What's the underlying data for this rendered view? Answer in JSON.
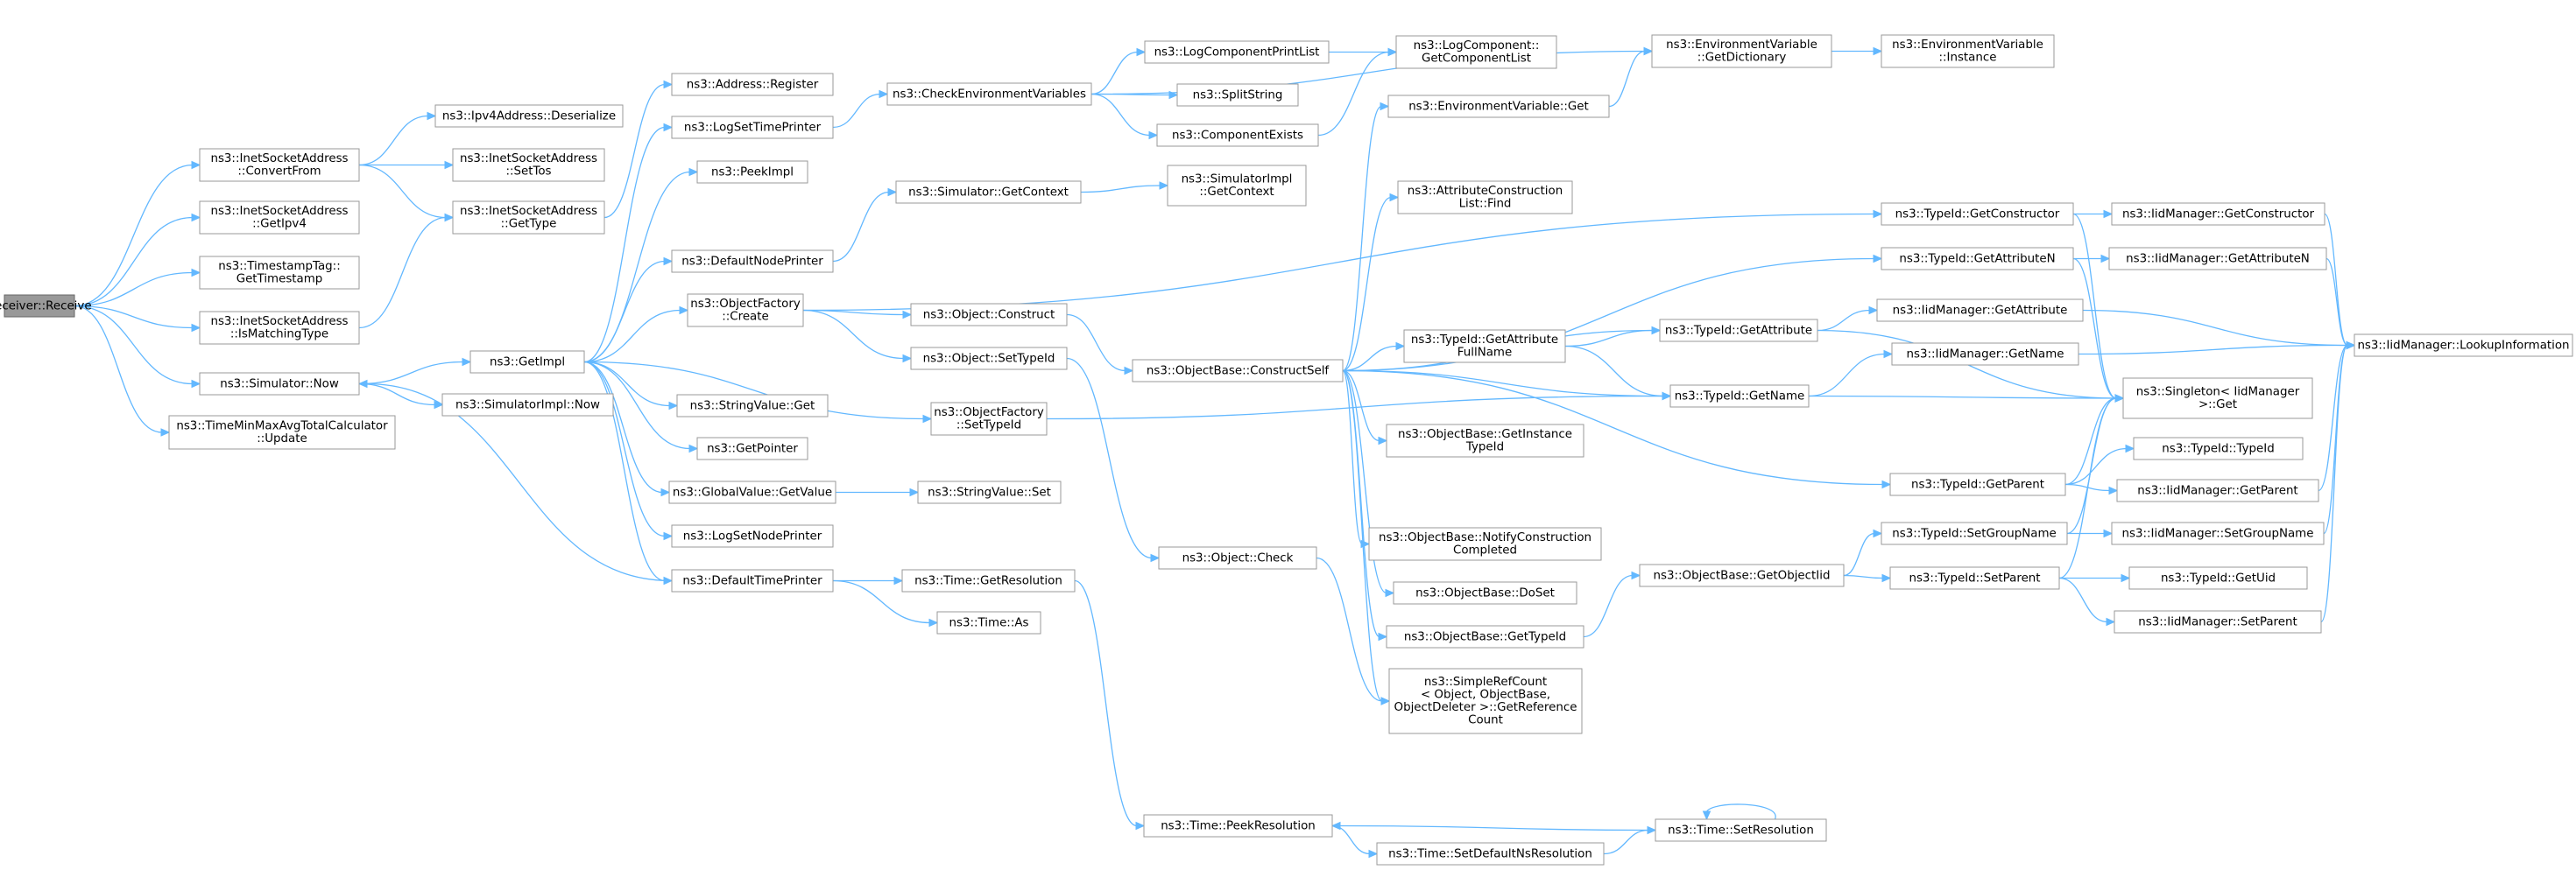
{
  "diagram": {
    "root": "receiver-receive",
    "colors": {
      "edge": "#63b8ff",
      "node_border": "#999999",
      "root_fill": "#999999",
      "node_fill": "#ffffff"
    },
    "nodes": [
      {
        "id": "receiver-receive",
        "lines": [
          "Receiver::Receive"
        ]
      },
      {
        "id": "inetsocket-convertfrom",
        "lines": [
          "ns3::InetSocketAddress",
          "::ConvertFrom"
        ]
      },
      {
        "id": "inetsocket-getipv4",
        "lines": [
          "ns3::InetSocketAddress",
          "::GetIpv4"
        ]
      },
      {
        "id": "timestamptag-gettimestamp",
        "lines": [
          "ns3::TimestampTag::",
          "GetTimestamp"
        ]
      },
      {
        "id": "inetsocket-ismatchingtype",
        "lines": [
          "ns3::InetSocketAddress",
          "::IsMatchingType"
        ]
      },
      {
        "id": "simulator-now",
        "lines": [
          "ns3::Simulator::Now"
        ]
      },
      {
        "id": "timeminmax-update",
        "lines": [
          "ns3::TimeMinMaxAvgTotalCalculator",
          "::Update"
        ]
      },
      {
        "id": "ipv4address-deserialize",
        "lines": [
          "ns3::Ipv4Address::Deserialize"
        ]
      },
      {
        "id": "inetsocket-settos",
        "lines": [
          "ns3::InetSocketAddress",
          "::SetTos"
        ]
      },
      {
        "id": "inetsocket-gettype",
        "lines": [
          "ns3::InetSocketAddress",
          "::GetType"
        ]
      },
      {
        "id": "getimpl",
        "lines": [
          "ns3::GetImpl"
        ]
      },
      {
        "id": "simulatorimpl-now",
        "lines": [
          "ns3::SimulatorImpl::Now"
        ]
      },
      {
        "id": "address-register",
        "lines": [
          "ns3::Address::Register"
        ]
      },
      {
        "id": "logsettimeprinter",
        "lines": [
          "ns3::LogSetTimePrinter"
        ]
      },
      {
        "id": "peekimpl",
        "lines": [
          "ns3::PeekImpl"
        ]
      },
      {
        "id": "defaultnodeprinter",
        "lines": [
          "ns3::DefaultNodePrinter"
        ]
      },
      {
        "id": "objectfactory-create",
        "lines": [
          "ns3::ObjectFactory",
          "::Create"
        ]
      },
      {
        "id": "stringvalue-get",
        "lines": [
          "ns3::StringValue::Get"
        ]
      },
      {
        "id": "getpointer",
        "lines": [
          "ns3::GetPointer"
        ]
      },
      {
        "id": "globalvalue-getvalue",
        "lines": [
          "ns3::GlobalValue::GetValue"
        ]
      },
      {
        "id": "logsetnodeprinter",
        "lines": [
          "ns3::LogSetNodePrinter"
        ]
      },
      {
        "id": "defaulttimeprinter",
        "lines": [
          "ns3::DefaultTimePrinter"
        ]
      },
      {
        "id": "checkenvvars",
        "lines": [
          "ns3::CheckEnvironmentVariables"
        ]
      },
      {
        "id": "simulator-getcontext",
        "lines": [
          "ns3::Simulator::GetContext"
        ]
      },
      {
        "id": "object-construct",
        "lines": [
          "ns3::Object::Construct"
        ]
      },
      {
        "id": "object-settypeid",
        "lines": [
          "ns3::Object::SetTypeId"
        ]
      },
      {
        "id": "objectfactory-settypeid",
        "lines": [
          "ns3::ObjectFactory",
          "::SetTypeId"
        ]
      },
      {
        "id": "stringvalue-set",
        "lines": [
          "ns3::StringValue::Set"
        ]
      },
      {
        "id": "time-getresolution",
        "lines": [
          "ns3::Time::GetResolution"
        ]
      },
      {
        "id": "time-as",
        "lines": [
          "ns3::Time::As"
        ]
      },
      {
        "id": "logcomponentprintlist",
        "lines": [
          "ns3::LogComponentPrintList"
        ]
      },
      {
        "id": "splitstring",
        "lines": [
          "ns3::SplitString"
        ]
      },
      {
        "id": "componentexists",
        "lines": [
          "ns3::ComponentExists"
        ]
      },
      {
        "id": "simulatorimpl-getcontext",
        "lines": [
          "ns3::SimulatorImpl",
          "::GetContext"
        ]
      },
      {
        "id": "objectbase-constructself",
        "lines": [
          "ns3::ObjectBase::ConstructSelf"
        ]
      },
      {
        "id": "object-check",
        "lines": [
          "ns3::Object::Check"
        ]
      },
      {
        "id": "time-peekresolution",
        "lines": [
          "ns3::Time::PeekResolution"
        ]
      },
      {
        "id": "time-setdefaultnsresolution",
        "lines": [
          "ns3::Time::SetDefaultNsResolution"
        ]
      },
      {
        "id": "logcomponent-getcomponentlist",
        "lines": [
          "ns3::LogComponent::",
          "GetComponentList"
        ]
      },
      {
        "id": "envvar-get",
        "lines": [
          "ns3::EnvironmentVariable::Get"
        ]
      },
      {
        "id": "attributeconstructionlist-find",
        "lines": [
          "ns3::AttributeConstruction",
          "List::Find"
        ]
      },
      {
        "id": "typeid-getattributefullname",
        "lines": [
          "ns3::TypeId::GetAttribute",
          "FullName"
        ]
      },
      {
        "id": "objectbase-getinstancetypeid",
        "lines": [
          "ns3::ObjectBase::GetInstance",
          "TypeId"
        ]
      },
      {
        "id": "objectbase-notifyconstructioncompleted",
        "lines": [
          "ns3::ObjectBase::NotifyConstruction",
          "Completed"
        ]
      },
      {
        "id": "objectbase-doset",
        "lines": [
          "ns3::ObjectBase::DoSet"
        ]
      },
      {
        "id": "objectbase-gettypeid",
        "lines": [
          "ns3::ObjectBase::GetTypeId"
        ]
      },
      {
        "id": "simplerefcount-getreferencecount",
        "lines": [
          "ns3::SimpleRefCount",
          "< Object, ObjectBase,",
          "ObjectDeleter >::GetReference",
          "Count"
        ]
      },
      {
        "id": "envvar-getdictionary",
        "lines": [
          "ns3::EnvironmentVariable",
          "::GetDictionary"
        ]
      },
      {
        "id": "objectbase-getobjectiid",
        "lines": [
          "ns3::ObjectBase::GetObjectIid"
        ]
      },
      {
        "id": "time-setresolution",
        "lines": [
          "ns3::Time::SetResolution"
        ]
      },
      {
        "id": "envvar-instance",
        "lines": [
          "ns3::EnvironmentVariable",
          "::Instance"
        ]
      },
      {
        "id": "typeid-getconstructor",
        "lines": [
          "ns3::TypeId::GetConstructor"
        ]
      },
      {
        "id": "typeid-getattributen",
        "lines": [
          "ns3::TypeId::GetAttributeN"
        ]
      },
      {
        "id": "typeid-getattribute",
        "lines": [
          "ns3::TypeId::GetAttribute"
        ]
      },
      {
        "id": "typeid-getname",
        "lines": [
          "ns3::TypeId::GetName"
        ]
      },
      {
        "id": "typeid-getparent",
        "lines": [
          "ns3::TypeId::GetParent"
        ]
      },
      {
        "id": "typeid-setgroupname",
        "lines": [
          "ns3::TypeId::SetGroupName"
        ]
      },
      {
        "id": "typeid-setparent",
        "lines": [
          "ns3::TypeId::SetParent"
        ]
      },
      {
        "id": "iidmanager-getconstructor",
        "lines": [
          "ns3::IidManager::GetConstructor"
        ]
      },
      {
        "id": "iidmanager-getattributen",
        "lines": [
          "ns3::IidManager::GetAttributeN"
        ]
      },
      {
        "id": "iidmanager-getattribute",
        "lines": [
          "ns3::IidManager::GetAttribute"
        ]
      },
      {
        "id": "iidmanager-getname",
        "lines": [
          "ns3::IidManager::GetName"
        ]
      },
      {
        "id": "singleton-iidmanager-get",
        "lines": [
          "ns3::Singleton< IidManager",
          ">::Get"
        ]
      },
      {
        "id": "typeid-typeid",
        "lines": [
          "ns3::TypeId::TypeId"
        ]
      },
      {
        "id": "iidmanager-getparent",
        "lines": [
          "ns3::IidManager::GetParent"
        ]
      },
      {
        "id": "iidmanager-setgroupname",
        "lines": [
          "ns3::IidManager::SetGroupName"
        ]
      },
      {
        "id": "typeid-getuid",
        "lines": [
          "ns3::TypeId::GetUid"
        ]
      },
      {
        "id": "iidmanager-setparent",
        "lines": [
          "ns3::IidManager::SetParent"
        ]
      },
      {
        "id": "iidmanager-lookupinformation",
        "lines": [
          "ns3::IidManager::LookupInformation"
        ]
      }
    ],
    "edges": [
      [
        "receiver-receive",
        "inetsocket-convertfrom"
      ],
      [
        "receiver-receive",
        "inetsocket-getipv4"
      ],
      [
        "receiver-receive",
        "timestamptag-gettimestamp"
      ],
      [
        "receiver-receive",
        "inetsocket-ismatchingtype"
      ],
      [
        "receiver-receive",
        "simulator-now"
      ],
      [
        "receiver-receive",
        "timeminmax-update"
      ],
      [
        "inetsocket-convertfrom",
        "ipv4address-deserialize"
      ],
      [
        "inetsocket-convertfrom",
        "inetsocket-settos"
      ],
      [
        "inetsocket-convertfrom",
        "inetsocket-gettype"
      ],
      [
        "inetsocket-ismatchingtype",
        "inetsocket-gettype"
      ],
      [
        "inetsocket-gettype",
        "address-register"
      ],
      [
        "simulator-now",
        "getimpl"
      ],
      [
        "simulator-now",
        "simulatorimpl-now"
      ],
      [
        "getimpl",
        "logsettimeprinter"
      ],
      [
        "getimpl",
        "peekimpl"
      ],
      [
        "getimpl",
        "defaultnodeprinter"
      ],
      [
        "getimpl",
        "objectfactory-create"
      ],
      [
        "getimpl",
        "stringvalue-get"
      ],
      [
        "getimpl",
        "getpointer"
      ],
      [
        "getimpl",
        "globalvalue-getvalue"
      ],
      [
        "getimpl",
        "logsetnodeprinter"
      ],
      [
        "getimpl",
        "defaulttimeprinter"
      ],
      [
        "getimpl",
        "objectfactory-settypeid"
      ],
      [
        "defaulttimeprinter",
        "simulator-now"
      ],
      [
        "logsettimeprinter",
        "checkenvvars"
      ],
      [
        "defaultnodeprinter",
        "simulator-getcontext"
      ],
      [
        "objectfactory-create",
        "object-construct"
      ],
      [
        "objectfactory-create",
        "object-settypeid"
      ],
      [
        "objectfactory-create",
        "typeid-getconstructor"
      ],
      [
        "globalvalue-getvalue",
        "stringvalue-set"
      ],
      [
        "defaulttimeprinter",
        "time-getresolution"
      ],
      [
        "defaulttimeprinter",
        "time-as"
      ],
      [
        "checkenvvars",
        "logcomponentprintlist"
      ],
      [
        "checkenvvars",
        "splitstring"
      ],
      [
        "checkenvvars",
        "componentexists"
      ],
      [
        "checkenvvars",
        "envvar-getdictionary"
      ],
      [
        "simulator-getcontext",
        "simulatorimpl-getcontext"
      ],
      [
        "object-construct",
        "objectbase-constructself"
      ],
      [
        "object-settypeid",
        "object-check"
      ],
      [
        "objectfactory-settypeid",
        "typeid-getname"
      ],
      [
        "object-check",
        "simplerefcount-getreferencecount"
      ],
      [
        "time-getresolution",
        "time-peekresolution"
      ],
      [
        "time-peekresolution",
        "time-setdefaultnsresolution"
      ],
      [
        "time-setdefaultnsresolution",
        "time-setresolution"
      ],
      [
        "time-setresolution",
        "time-peekresolution"
      ],
      [
        "time-setresolution",
        "time-setresolution"
      ],
      [
        "logcomponentprintlist",
        "logcomponent-getcomponentlist"
      ],
      [
        "componentexists",
        "logcomponent-getcomponentlist"
      ],
      [
        "envvar-get",
        "envvar-getdictionary"
      ],
      [
        "envvar-getdictionary",
        "envvar-instance"
      ],
      [
        "objectbase-constructself",
        "envvar-get"
      ],
      [
        "objectbase-constructself",
        "attributeconstructionlist-find"
      ],
      [
        "objectbase-constructself",
        "typeid-getattributefullname"
      ],
      [
        "objectbase-constructself",
        "objectbase-getinstancetypeid"
      ],
      [
        "objectbase-constructself",
        "objectbase-notifyconstructioncompleted"
      ],
      [
        "objectbase-constructself",
        "objectbase-doset"
      ],
      [
        "objectbase-constructself",
        "objectbase-gettypeid"
      ],
      [
        "objectbase-constructself",
        "simplerefcount-getreferencecount"
      ],
      [
        "objectbase-constructself",
        "typeid-getattributen"
      ],
      [
        "objectbase-constructself",
        "typeid-getattribute"
      ],
      [
        "objectbase-constructself",
        "typeid-getname"
      ],
      [
        "objectbase-constructself",
        "typeid-getparent"
      ],
      [
        "typeid-getattributefullname",
        "typeid-getattribute"
      ],
      [
        "typeid-getattributefullname",
        "typeid-getname"
      ],
      [
        "objectbase-gettypeid",
        "objectbase-getobjectiid"
      ],
      [
        "objectbase-getobjectiid",
        "typeid-setgroupname"
      ],
      [
        "objectbase-getobjectiid",
        "typeid-setparent"
      ],
      [
        "typeid-getconstructor",
        "iidmanager-getconstructor"
      ],
      [
        "typeid-getconstructor",
        "singleton-iidmanager-get"
      ],
      [
        "typeid-getattributen",
        "iidmanager-getattributen"
      ],
      [
        "typeid-getattributen",
        "singleton-iidmanager-get"
      ],
      [
        "typeid-getattribute",
        "iidmanager-getattribute"
      ],
      [
        "typeid-getattribute",
        "singleton-iidmanager-get"
      ],
      [
        "typeid-getname",
        "iidmanager-getname"
      ],
      [
        "typeid-getname",
        "singleton-iidmanager-get"
      ],
      [
        "typeid-getparent",
        "singleton-iidmanager-get"
      ],
      [
        "typeid-getparent",
        "typeid-typeid"
      ],
      [
        "typeid-getparent",
        "iidmanager-getparent"
      ],
      [
        "typeid-setgroupname",
        "singleton-iidmanager-get"
      ],
      [
        "typeid-setgroupname",
        "iidmanager-setgroupname"
      ],
      [
        "typeid-setparent",
        "singleton-iidmanager-get"
      ],
      [
        "typeid-setparent",
        "typeid-getuid"
      ],
      [
        "typeid-setparent",
        "iidmanager-setparent"
      ],
      [
        "iidmanager-getconstructor",
        "iidmanager-lookupinformation"
      ],
      [
        "iidmanager-getattributen",
        "iidmanager-lookupinformation"
      ],
      [
        "iidmanager-getattribute",
        "iidmanager-lookupinformation"
      ],
      [
        "iidmanager-getname",
        "iidmanager-lookupinformation"
      ],
      [
        "iidmanager-getparent",
        "iidmanager-lookupinformation"
      ],
      [
        "iidmanager-setgroupname",
        "iidmanager-lookupinformation"
      ],
      [
        "iidmanager-setparent",
        "iidmanager-lookupinformation"
      ]
    ]
  }
}
